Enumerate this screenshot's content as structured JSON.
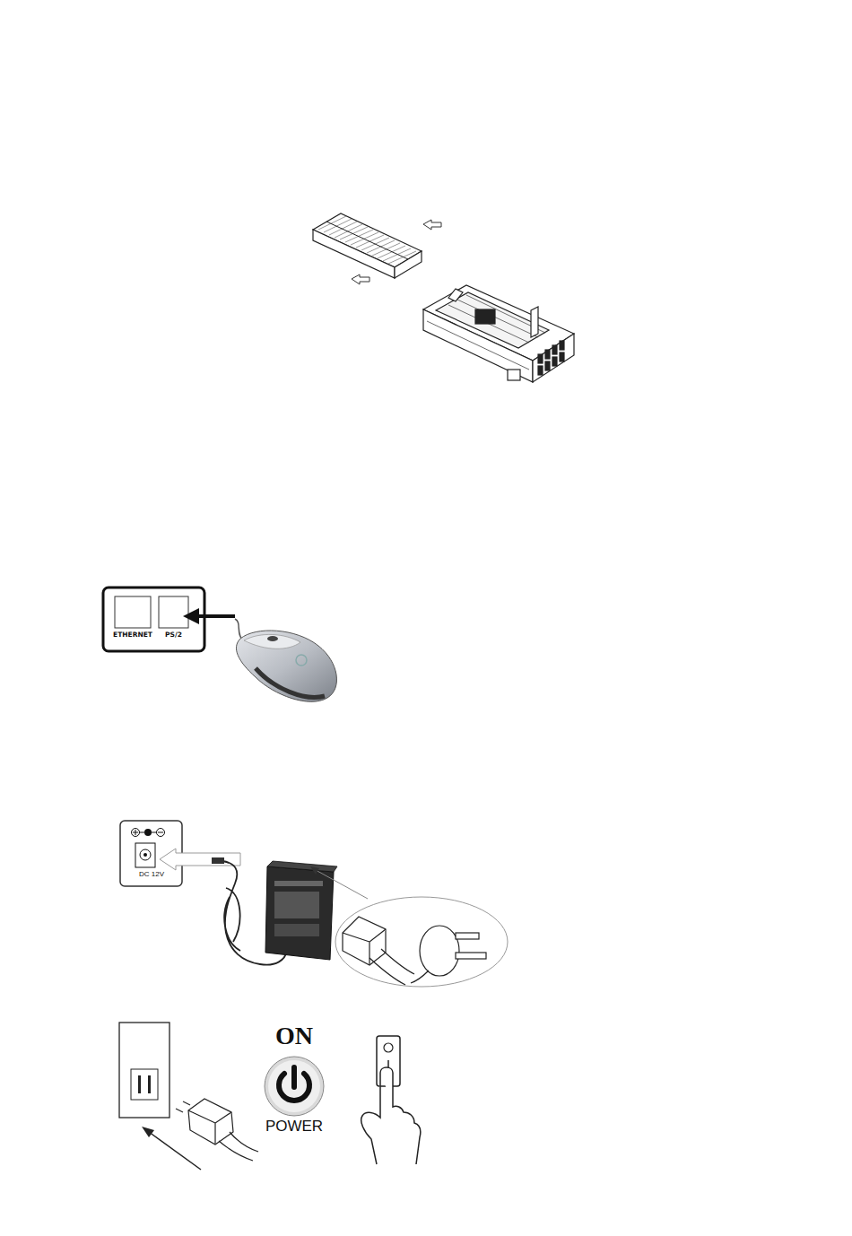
{
  "diagram": {
    "labels": [
      "ETHERNET",
      "PS/2",
      "DC 12V",
      "ON",
      "POWER"
    ]
  }
}
